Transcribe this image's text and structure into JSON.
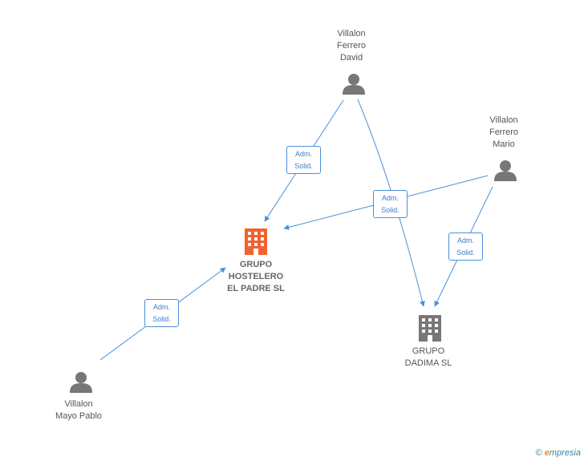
{
  "nodes": {
    "grupo_hostelero": {
      "label": "GRUPO\nHOSTELERO\nEL PADRE SL",
      "type": "company-main",
      "color": "#f2622e"
    },
    "grupo_dadima": {
      "label": "GRUPO\nDADIMA SL",
      "type": "company",
      "color": "#777777"
    },
    "villalon_ferrero_david": {
      "label": "Villalon\nFerrero\nDavid",
      "type": "person",
      "color": "#777777"
    },
    "villalon_ferrero_mario": {
      "label": "Villalon\nFerrero\nMario",
      "type": "person",
      "color": "#777777"
    },
    "villalon_mayo_pablo": {
      "label": "Villalon\nMayo Pablo",
      "type": "person",
      "color": "#777777"
    }
  },
  "edges": [
    {
      "from": "villalon_ferrero_david",
      "to": "grupo_hostelero",
      "label": "Adm.\nSolid."
    },
    {
      "from": "villalon_ferrero_david",
      "to": "grupo_dadima",
      "label": "Adm.\nSolid."
    },
    {
      "from": "villalon_ferrero_mario",
      "to": "grupo_hostelero",
      "label": "Adm.\nSolid."
    },
    {
      "from": "villalon_ferrero_mario",
      "to": "grupo_dadima",
      "label": "Adm.\nSolid."
    },
    {
      "from": "villalon_mayo_pablo",
      "to": "grupo_hostelero",
      "label": "Adm.\nSolid."
    }
  ],
  "edge_color": "#4a90d9",
  "footer": {
    "copyright": "©",
    "brand_initial": "e",
    "brand_rest": "mpresia"
  }
}
